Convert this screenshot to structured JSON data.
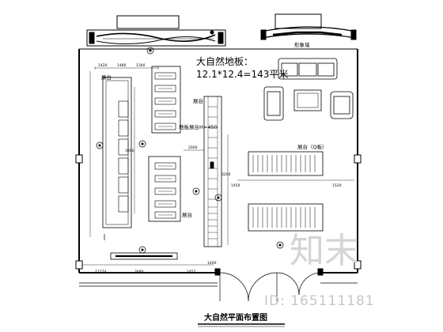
{
  "drawing": {
    "title": "大自然平面布置图",
    "area_name": "大自然地板：",
    "area_formula": "12.1*12.4=143平米"
  },
  "labels": {
    "window_top_right": "形象墙",
    "zone_display_left": "展台",
    "zone_display_right": "展台",
    "zone_display_upper": "展台",
    "floor_display_stand": "地板展台H=450",
    "stage_right": "展台（Q板）",
    "display_mid": "展台"
  },
  "dimensions": {
    "top_a": "1420",
    "top_b": "1480",
    "top_c": "1340",
    "left_vert": "3000",
    "mid_vert": "2000",
    "right_vert": "3200",
    "horiz_a": "1450",
    "horiz_b": "1520",
    "horiz_c": "1400",
    "bottom_a": "12774",
    "bottom_b": "2680",
    "bottom_c": "1452"
  },
  "watermark": {
    "brand": "知末",
    "id_text": "ID: 165111181"
  },
  "colors": {
    "line": "#000000",
    "watermark": "#d4d4d4"
  }
}
